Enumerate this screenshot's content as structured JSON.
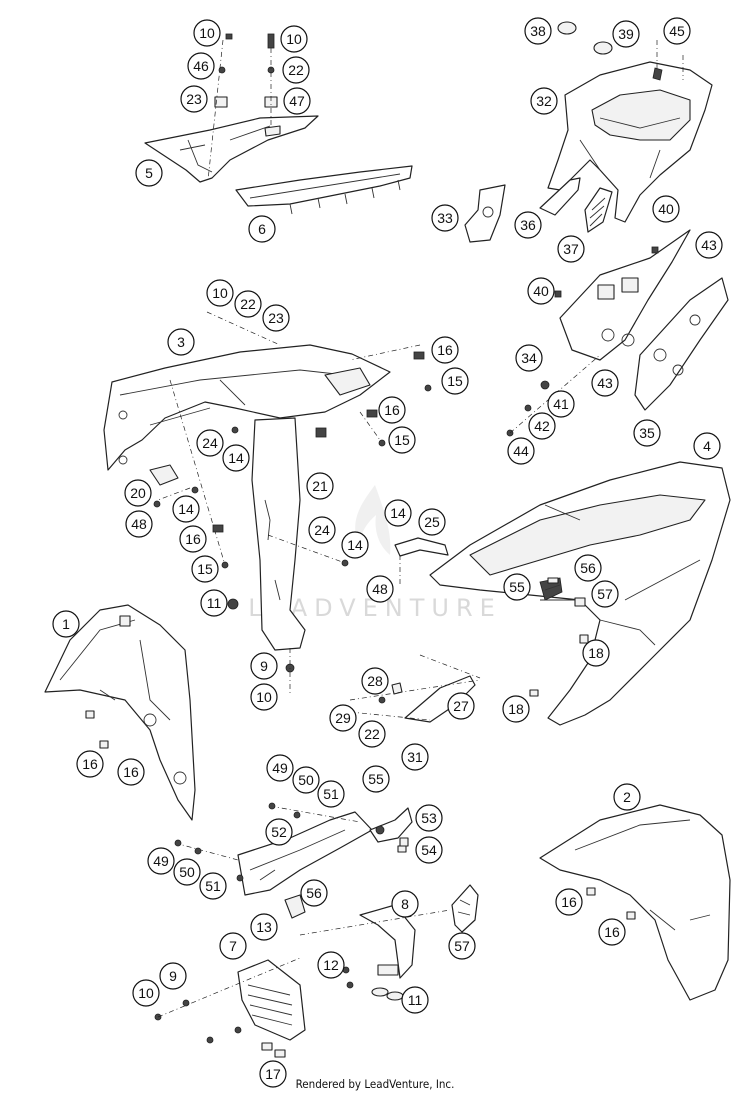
{
  "watermark": "LEADVENTURE",
  "footer": "Rendered by LeadVenture, Inc.",
  "callouts": [
    {
      "id": "c10a",
      "label": "10"
    },
    {
      "id": "c46",
      "label": "46"
    },
    {
      "id": "c23a",
      "label": "23"
    },
    {
      "id": "c10b",
      "label": "10"
    },
    {
      "id": "c22a",
      "label": "22"
    },
    {
      "id": "c47",
      "label": "47"
    },
    {
      "id": "c5",
      "label": "5"
    },
    {
      "id": "c6",
      "label": "6"
    },
    {
      "id": "c38",
      "label": "38"
    },
    {
      "id": "c39",
      "label": "39"
    },
    {
      "id": "c45",
      "label": "45"
    },
    {
      "id": "c32",
      "label": "32"
    },
    {
      "id": "c33",
      "label": "33"
    },
    {
      "id": "c36",
      "label": "36"
    },
    {
      "id": "c37",
      "label": "37"
    },
    {
      "id": "c40a",
      "label": "40"
    },
    {
      "id": "c43a",
      "label": "43"
    },
    {
      "id": "c40b",
      "label": "40"
    },
    {
      "id": "c34",
      "label": "34"
    },
    {
      "id": "c43b",
      "label": "43"
    },
    {
      "id": "c41",
      "label": "41"
    },
    {
      "id": "c42",
      "label": "42"
    },
    {
      "id": "c44",
      "label": "44"
    },
    {
      "id": "c35",
      "label": "35"
    },
    {
      "id": "c10c",
      "label": "10"
    },
    {
      "id": "c22b",
      "label": "22"
    },
    {
      "id": "c23b",
      "label": "23"
    },
    {
      "id": "c3",
      "label": "3"
    },
    {
      "id": "c16a",
      "label": "16"
    },
    {
      "id": "c15a",
      "label": "15"
    },
    {
      "id": "c16b",
      "label": "16"
    },
    {
      "id": "c15b",
      "label": "15"
    },
    {
      "id": "c24a",
      "label": "24"
    },
    {
      "id": "c14a",
      "label": "14"
    },
    {
      "id": "c21",
      "label": "21"
    },
    {
      "id": "c20",
      "label": "20"
    },
    {
      "id": "c14b",
      "label": "14"
    },
    {
      "id": "c48a",
      "label": "48"
    },
    {
      "id": "c16c",
      "label": "16"
    },
    {
      "id": "c15c",
      "label": "15"
    },
    {
      "id": "c14c",
      "label": "14"
    },
    {
      "id": "c25",
      "label": "25"
    },
    {
      "id": "c24b",
      "label": "24"
    },
    {
      "id": "c14d",
      "label": "14"
    },
    {
      "id": "c48b",
      "label": "48"
    },
    {
      "id": "c11a",
      "label": "11"
    },
    {
      "id": "c4",
      "label": "4"
    },
    {
      "id": "c55a",
      "label": "55"
    },
    {
      "id": "c56a",
      "label": "56"
    },
    {
      "id": "c57a",
      "label": "57"
    },
    {
      "id": "c1",
      "label": "1"
    },
    {
      "id": "c16d",
      "label": "16"
    },
    {
      "id": "c16e",
      "label": "16"
    },
    {
      "id": "c9a",
      "label": "9"
    },
    {
      "id": "c10d",
      "label": "10"
    },
    {
      "id": "c28",
      "label": "28"
    },
    {
      "id": "c18a",
      "label": "18"
    },
    {
      "id": "c27",
      "label": "27"
    },
    {
      "id": "c29",
      "label": "29"
    },
    {
      "id": "c22c",
      "label": "22"
    },
    {
      "id": "c18b",
      "label": "18"
    },
    {
      "id": "c31",
      "label": "31"
    },
    {
      "id": "c2",
      "label": "2"
    },
    {
      "id": "c49a",
      "label": "49"
    },
    {
      "id": "c50a",
      "label": "50"
    },
    {
      "id": "c51a",
      "label": "51"
    },
    {
      "id": "c55b",
      "label": "55"
    },
    {
      "id": "c53",
      "label": "53"
    },
    {
      "id": "c52",
      "label": "52"
    },
    {
      "id": "c54",
      "label": "54"
    },
    {
      "id": "c49b",
      "label": "49"
    },
    {
      "id": "c50b",
      "label": "50"
    },
    {
      "id": "c51b",
      "label": "51"
    },
    {
      "id": "c56b",
      "label": "56"
    },
    {
      "id": "c16f",
      "label": "16"
    },
    {
      "id": "c16g",
      "label": "16"
    },
    {
      "id": "c8",
      "label": "8"
    },
    {
      "id": "c13",
      "label": "13"
    },
    {
      "id": "c7",
      "label": "7"
    },
    {
      "id": "c57b",
      "label": "57"
    },
    {
      "id": "c9b",
      "label": "9"
    },
    {
      "id": "c10e",
      "label": "10"
    },
    {
      "id": "c12",
      "label": "12"
    },
    {
      "id": "c11b",
      "label": "11"
    },
    {
      "id": "c17",
      "label": "17"
    }
  ]
}
